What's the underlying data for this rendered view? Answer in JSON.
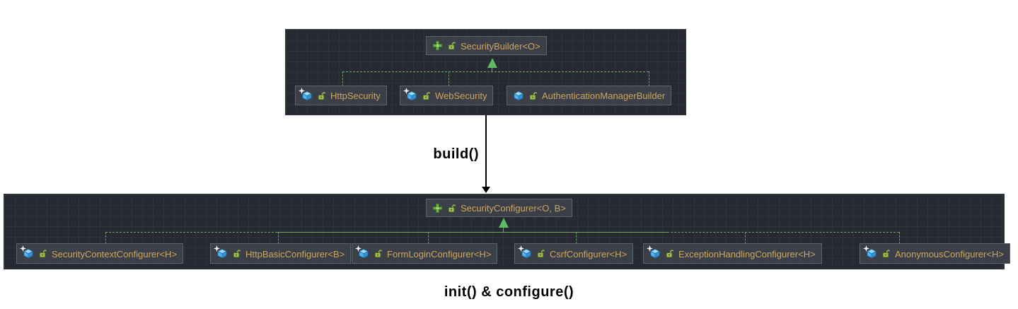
{
  "diagram": {
    "top_panel": {
      "parent": {
        "label": "SecurityBuilder<O>",
        "type": "interface"
      },
      "children": [
        {
          "label": "HttpSecurity",
          "type": "class"
        },
        {
          "label": "WebSecurity",
          "type": "class"
        },
        {
          "label": "AuthenticationManagerBuilder",
          "type": "class"
        }
      ]
    },
    "bottom_panel": {
      "parent": {
        "label": "SecurityConfigurer<O, B>",
        "type": "interface"
      },
      "children": [
        {
          "label": "SecurityContextConfigurer<H>",
          "type": "class"
        },
        {
          "label": "HttpBasicConfigurer<B>",
          "type": "class"
        },
        {
          "label": "FormLoginConfigurer<H>",
          "type": "class"
        },
        {
          "label": "CsrfConfigurer<H>",
          "type": "class"
        },
        {
          "label": "ExceptionHandlingConfigurer<H>",
          "type": "class"
        },
        {
          "label": "AnonymousConfigurer<H>",
          "type": "class"
        }
      ]
    },
    "flow": {
      "arrow_label": "build()",
      "bottom_label": "init() & configure()"
    },
    "icons": {
      "interface": "interface-icon",
      "class": "class-cube-icon",
      "new_marker": "sparkle-icon",
      "visibility": "unlock-icon"
    },
    "colors": {
      "panel_background": "#262931",
      "panel_grid": "#2E333B",
      "node_background": "#3B4048",
      "node_border": "#5C636B",
      "node_text": "#CFA45E",
      "connector_green": "#6BA55F",
      "inheritance_arrow_green": "#5FBA63",
      "interface_icon_green": "#6CB44A",
      "lock_icon_green": "#9FBE4E",
      "class_icon_blue": "#4FB3F4",
      "flow_arrow_black": "#000000"
    }
  }
}
